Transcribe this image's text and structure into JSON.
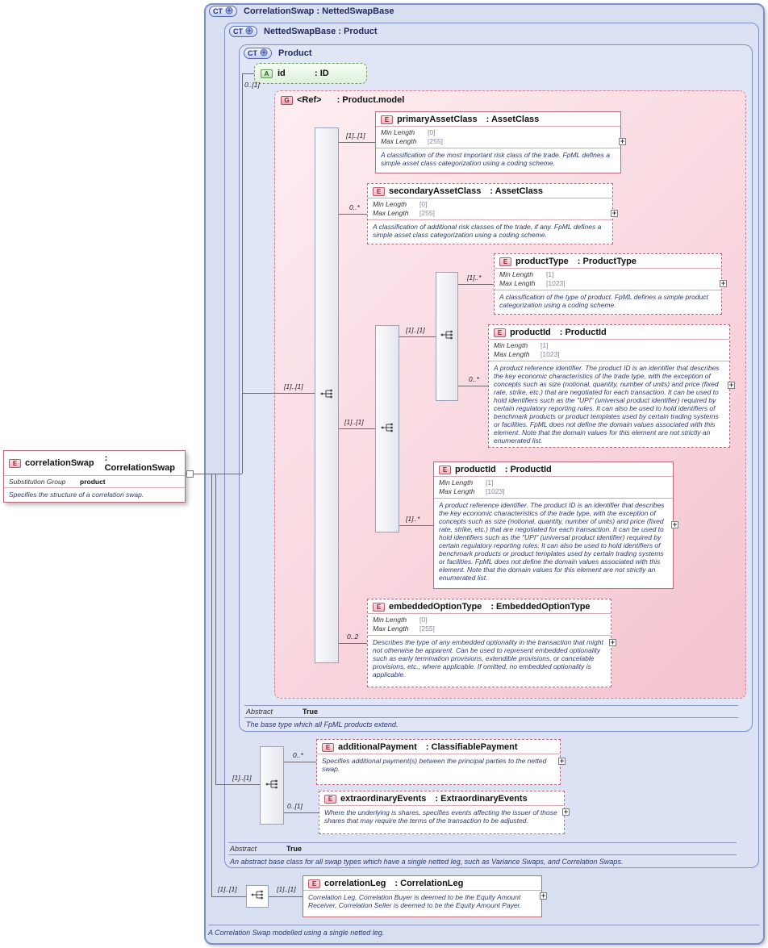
{
  "root_element": {
    "badge": "E",
    "name": "correlationSwap",
    "type": ": CorrelationSwap",
    "substitution_label": "Substitution Group",
    "substitution_value": "product",
    "description": "Specifies the structure of a correlation swap."
  },
  "outer_type": {
    "badge": "CT",
    "title": "CorrelationSwap : NettedSwapBase",
    "footer": "A Correlation Swap modelled using a single netted leg."
  },
  "netted_type": {
    "badge": "CT",
    "title": "NettedSwapBase : Product",
    "abstract_label": "Abstract",
    "abstract_value": "True",
    "footer": "An abstract base class for all swap types which have a single netted leg, such as Variance Swaps, and Correlation Swaps."
  },
  "product_type": {
    "badge": "CT",
    "title": "Product",
    "abstract_label": "Abstract",
    "abstract_value": "True",
    "footer": "The base type which all FpML products extend."
  },
  "attribute_id": {
    "badge": "A",
    "name": "id",
    "type": ": ID"
  },
  "group_ref": {
    "badge": "G",
    "name": "<Ref>",
    "type": ": Product.model"
  },
  "facet_labels": {
    "min": "Min Length",
    "max": "Max Length"
  },
  "links": {
    "group_cardinality": "0..[1]",
    "model_seq": "[1]..[1]",
    "seq_nested": "[1]..[1]",
    "seq_inner": "[1]..[1]",
    "netted_seq": "[1]..[1]",
    "corr_seq": "[1]..[1]"
  },
  "plus": "+",
  "elements": [
    {
      "badge": "E",
      "name": "primaryAssetClass",
      "type": ": AssetClass",
      "cardinality": "[1]..[1]",
      "min": "[0]",
      "max": "[255]",
      "desc": "A classification of the most important risk class of the trade. FpML defines a simple asset class categorization using a coding scheme."
    },
    {
      "badge": "E",
      "name": "secondaryAssetClass",
      "type": ": AssetClass",
      "cardinality": "0..*",
      "min": "[0]",
      "max": "[255]",
      "desc": "A classification of additional risk classes of the trade, if any. FpML defines a simple asset class categorization using a coding scheme."
    },
    {
      "badge": "E",
      "name": "productType",
      "type": ": ProductType",
      "cardinality": "[1]..*",
      "min": "[1]",
      "max": "[1023]",
      "desc": "A classification of the type of product. FpML defines a simple product categorization using a coding scheme."
    },
    {
      "badge": "E",
      "name": "productId",
      "type": ": ProductId",
      "cardinality": "0..*",
      "min": "[1]",
      "max": "[1023]",
      "desc": "A product reference identifier. The product ID is an identifier that describes the key economic characteristics of the trade type, with the exception of concepts such as size (notional, quantity, number of units) and price (fixed rate, strike, etc.) that are negotiated for each transaction. It can be used to hold identifiers such as the \"UPI\" (universal product identifier) required by certain regulatory reporting rules. It can also be used to hold identifiers of benchmark products or product templates used by certain trading systems or facilities. FpML does not define the domain values associated with this element. Note that the domain values for this element are not strictly an enumerated list."
    },
    {
      "badge": "E",
      "name": "productId",
      "type": ": ProductId",
      "cardinality": "[1]..*",
      "min": "[1]",
      "max": "[1023]",
      "desc": "A product reference identifier. The product ID is an identifier that describes the key economic characteristics of the trade type, with the exception of concepts such as size (notional, quantity, number of units) and price (fixed rate, strike, etc.) that are negotiated for each transaction. It can be used to hold identifiers such as the \"UPI\" (universal product identifier) required by certain regulatory reporting rules. It can also be used to hold identifiers of benchmark products or product templates used by certain trading systems or facilities. FpML does not define the domain values associated with this element. Note that the domain values for this element are not strictly an enumerated list."
    },
    {
      "badge": "E",
      "name": "embeddedOptionType",
      "type": ": EmbeddedOptionType",
      "cardinality": "0..2",
      "min": "[0]",
      "max": "[255]",
      "desc": "Describes the type of any embedded optionality in the transaction that might not otherwise be apparent. Can be used to represent embedded optionality such as early termination provisions, extendible provisions, or cancelable provisions, etc., where applicable. If omitted, no embedded optionality is applicable."
    },
    {
      "badge": "E",
      "name": "additionalPayment",
      "type": ": ClassifiablePayment",
      "cardinality": "0..*",
      "desc": "Specifies additional payment(s) between the principal parties to the netted swap."
    },
    {
      "badge": "E",
      "name": "extraordinaryEvents",
      "type": ": ExtraordinaryEvents",
      "cardinality": "0..[1]",
      "desc": "Where the underlying is shares, specifies events affecting the issuer of those shares that may require the terms of the transaction to be adjusted."
    },
    {
      "badge": "E",
      "name": "correlationLeg",
      "type": ": CorrelationLeg",
      "cardinality": "[1]..[1]",
      "desc": "Correlation Leg. Correlation Buyer is deemed to be the Equity Amount Receiver, Correlation Seller is deemed to be the Equity Amount Payer."
    }
  ]
}
